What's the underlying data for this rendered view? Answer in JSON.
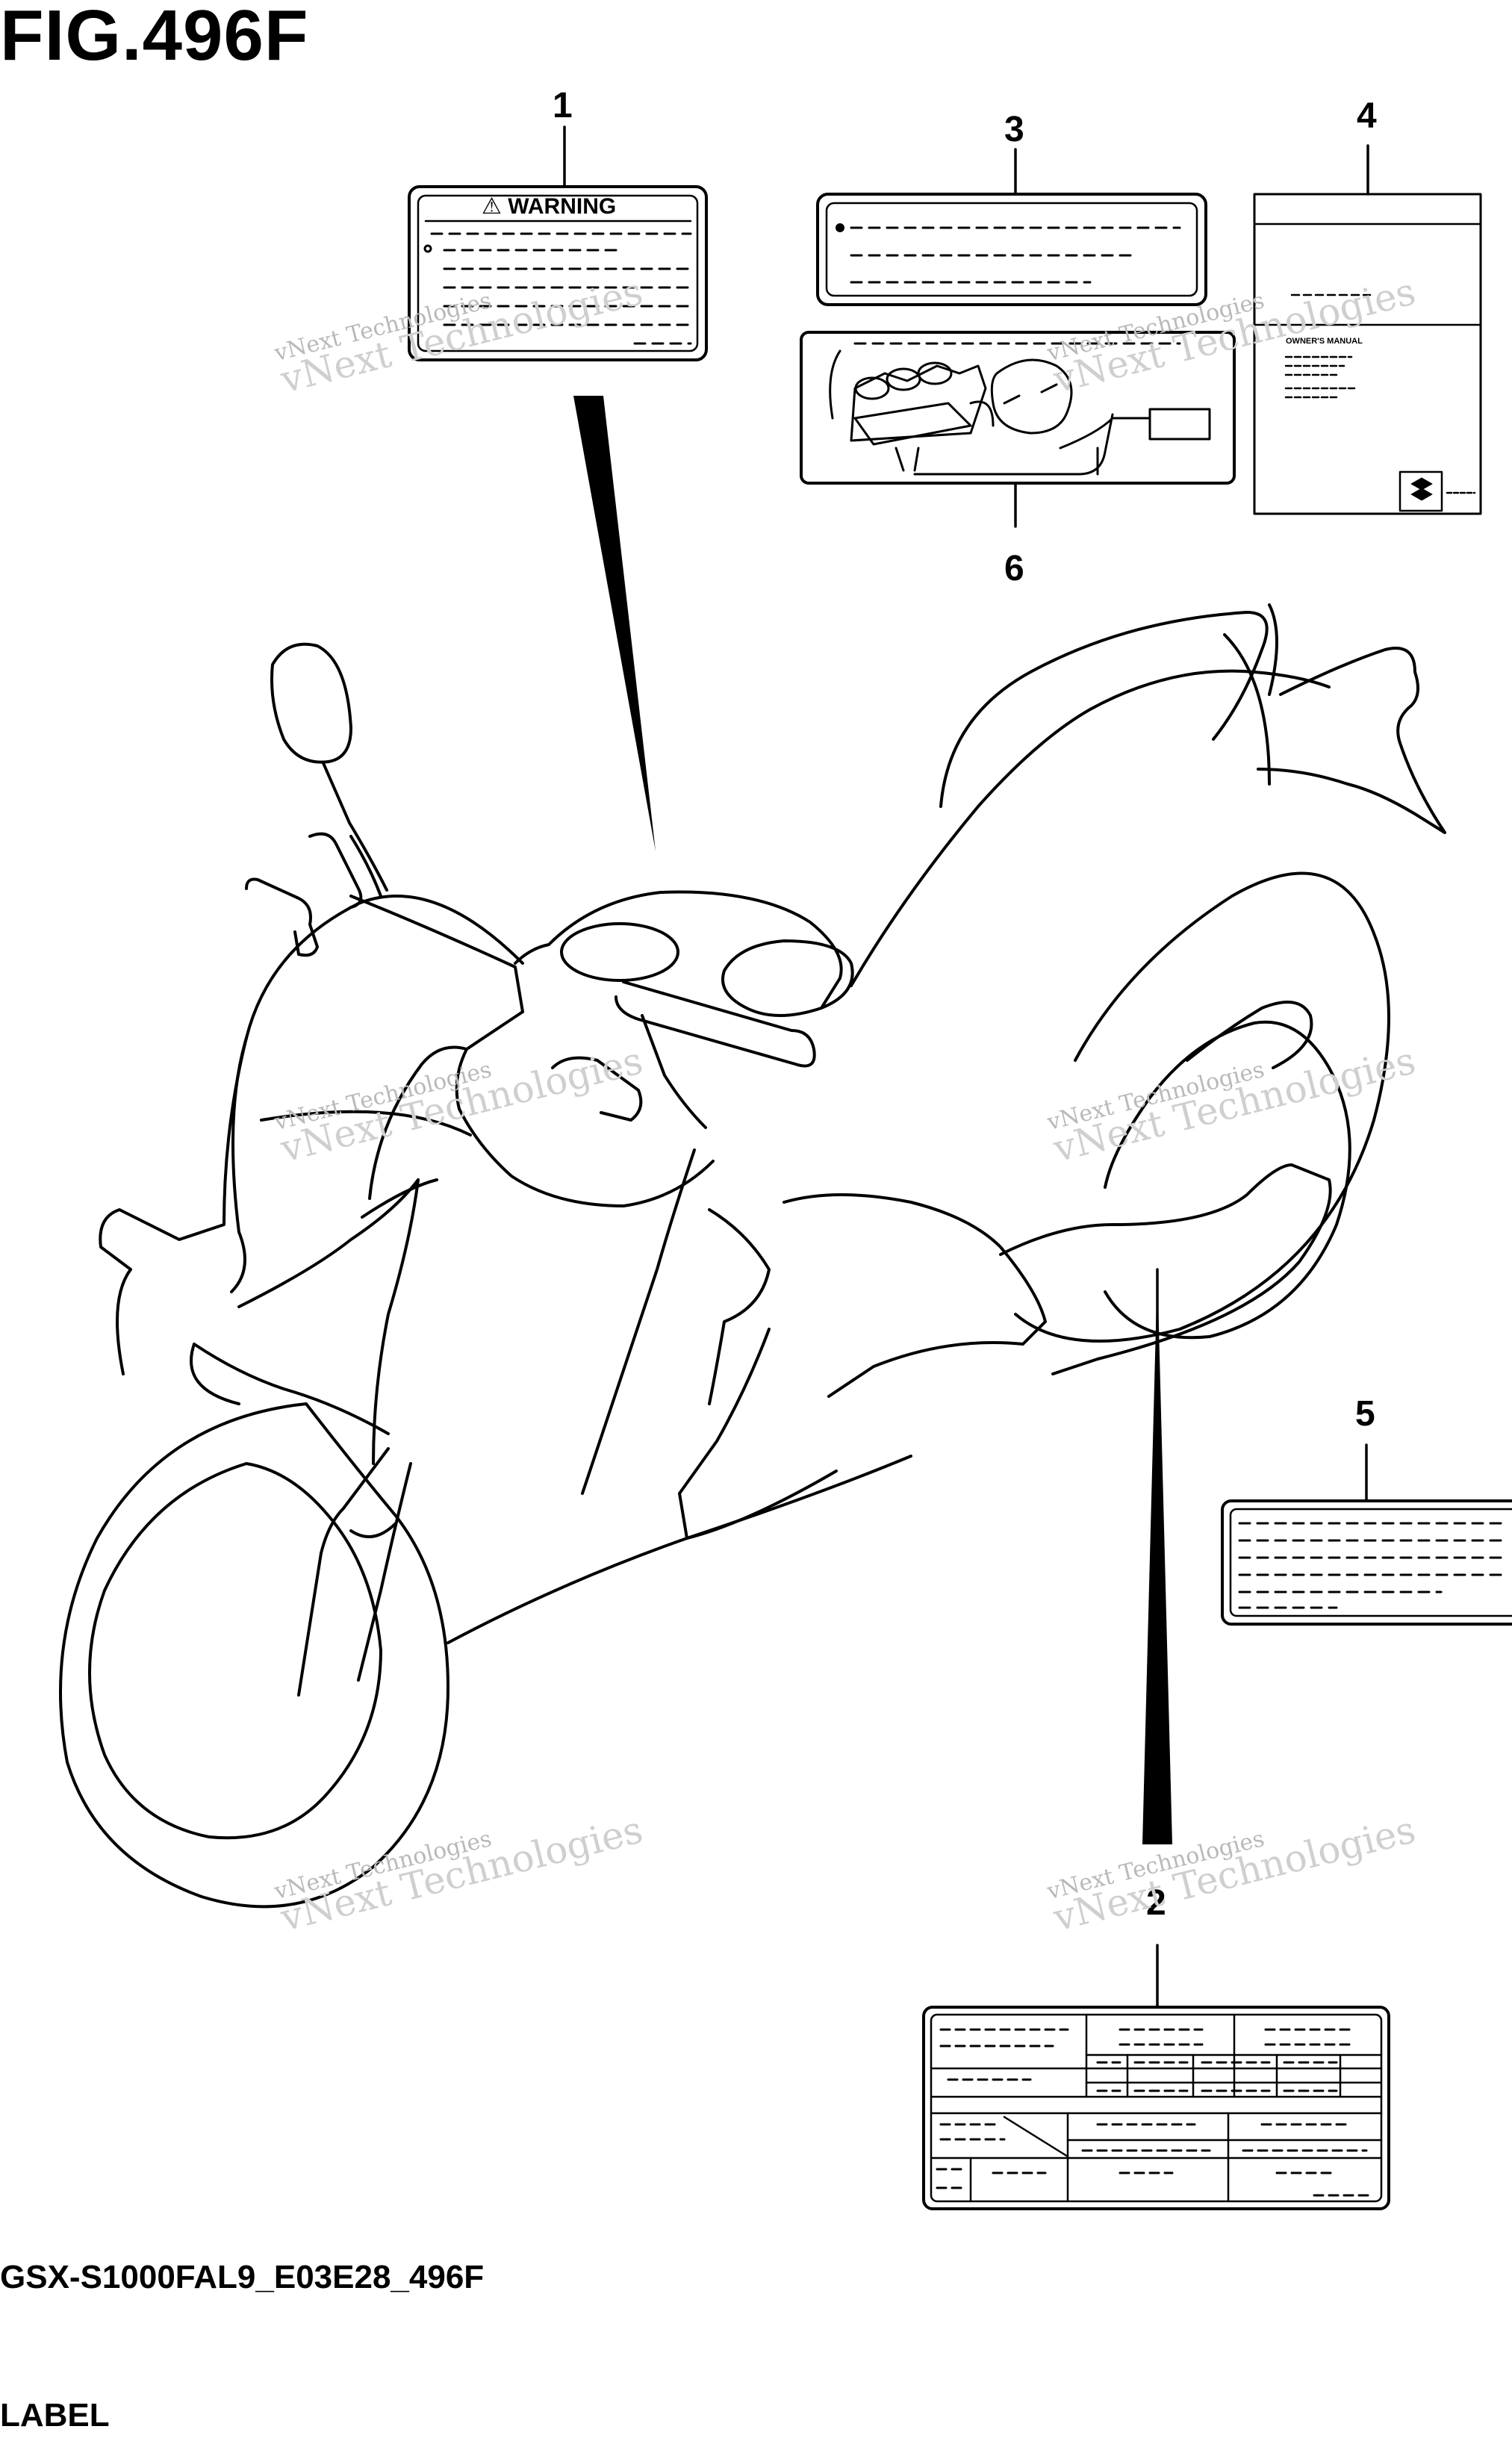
{
  "figure": {
    "title": "FIG.496F",
    "code": "GSX-S1000FAL9_E03E28_496F",
    "name": "LABEL"
  },
  "callouts": [
    "1",
    "2",
    "3",
    "4",
    "5",
    "6"
  ],
  "label_1": {
    "heading": "⚠ WARNING"
  },
  "label_4": {
    "heading": "OWNER'S MANUAL"
  },
  "watermark": {
    "line1": "vNext Technologies",
    "line2": "vNext Technologies"
  }
}
